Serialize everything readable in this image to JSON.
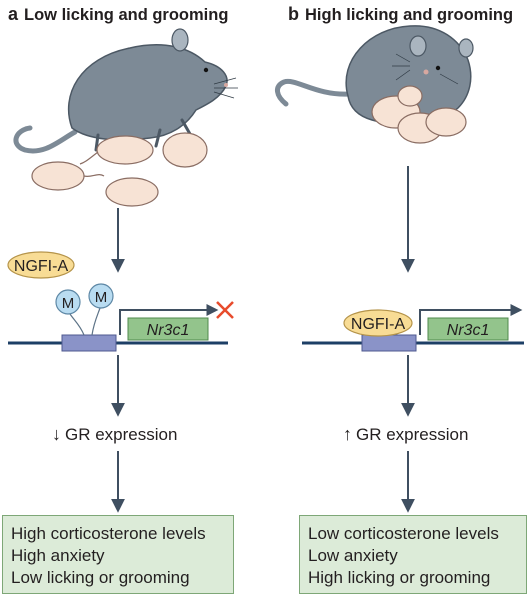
{
  "panel_a": {
    "letter": "a",
    "title": "Low licking and grooming",
    "factor_label": "NGFI-A",
    "methyl_label": "M",
    "gene_label": "Nr3c1",
    "gr_arrow": "↓",
    "gr_text": "GR expression",
    "outcomes": [
      "High corticosterone levels",
      "High anxiety",
      "Low licking or grooming"
    ]
  },
  "panel_b": {
    "letter": "b",
    "title": "High licking and grooming",
    "factor_label": "NGFI-A",
    "gene_label": "Nr3c1",
    "gr_arrow": "↑",
    "gr_text": "GR expression",
    "outcomes": [
      "Low corticosterone levels",
      "Low anxiety",
      "High licking or grooming"
    ]
  },
  "colors": {
    "dna": "#1d3f66",
    "arrow": "#3f4f61",
    "promoter": "#8a93c8",
    "gene_box": "#93c48c",
    "factor": "#f8dc95",
    "methyl": "#b9dcf1",
    "block_cross": "#e84b2c",
    "rat": "#7d8a96",
    "pup": "#f7e3d5"
  }
}
